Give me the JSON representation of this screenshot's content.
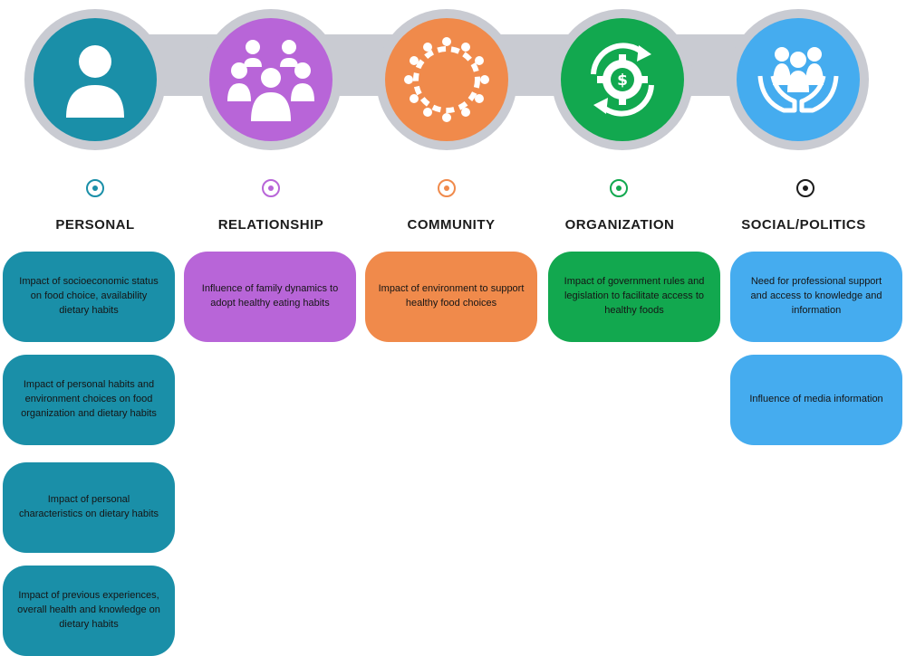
{
  "colors": {
    "personal": "#1a8fa8",
    "relationship": "#b865d8",
    "community": "#f08a4b",
    "organization": "#12a84f",
    "social": "#45acef",
    "connector": "#c9cbd2"
  },
  "columns": [
    {
      "key": "personal",
      "heading": "PERSONAL",
      "icon": "person-icon",
      "items": [
        "Impact of socioeconomic status on food choice, availability dietary habits",
        "Impact of personal habits and environment choices on food organization and dietary habits",
        "Impact of personal characteristics on dietary habits",
        "Impact of previous experiences, overall health and knowledge on dietary habits"
      ]
    },
    {
      "key": "relationship",
      "heading": "RELATIONSHIP",
      "icon": "group-icon",
      "items": [
        "Influence of family dynamics to adopt healthy eating habits"
      ]
    },
    {
      "key": "community",
      "heading": "COMMUNITY",
      "icon": "community-circle-icon",
      "items": [
        "Impact of environment to support healthy food choices"
      ]
    },
    {
      "key": "organization",
      "heading": "ORGANIZATION",
      "icon": "money-gear-cycle-icon",
      "items": [
        "Impact of government rules and legislation to facilitate access to healthy foods"
      ]
    },
    {
      "key": "social",
      "heading": "SOCIAL/POLITICS",
      "icon": "hands-holding-people-icon",
      "items": [
        "Need for professional support and access to knowledge and information",
        "Influence of media information"
      ]
    }
  ]
}
